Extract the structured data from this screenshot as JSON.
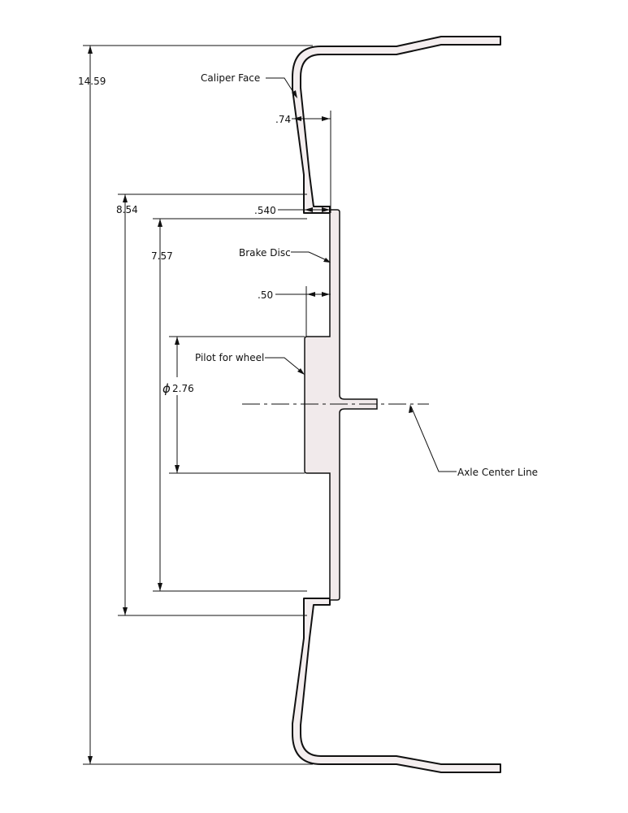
{
  "dimensions": {
    "overall_height": "14.59",
    "caliper_face_offset": ".74",
    "step_height": "8.54",
    "disc_height": "7.57",
    "step_depth": ".540",
    "disc_offset": ".50",
    "pilot_diameter_symbol": "ϕ",
    "pilot_diameter": "2.76"
  },
  "callouts": {
    "caliper_face": "Caliper Face",
    "brake_disc": "Brake Disc",
    "pilot_for_wheel": "Pilot for wheel",
    "axle_center_line": "Axle Center Line"
  },
  "colors": {
    "part_fill": "#f4eeef",
    "line": "#111111"
  }
}
